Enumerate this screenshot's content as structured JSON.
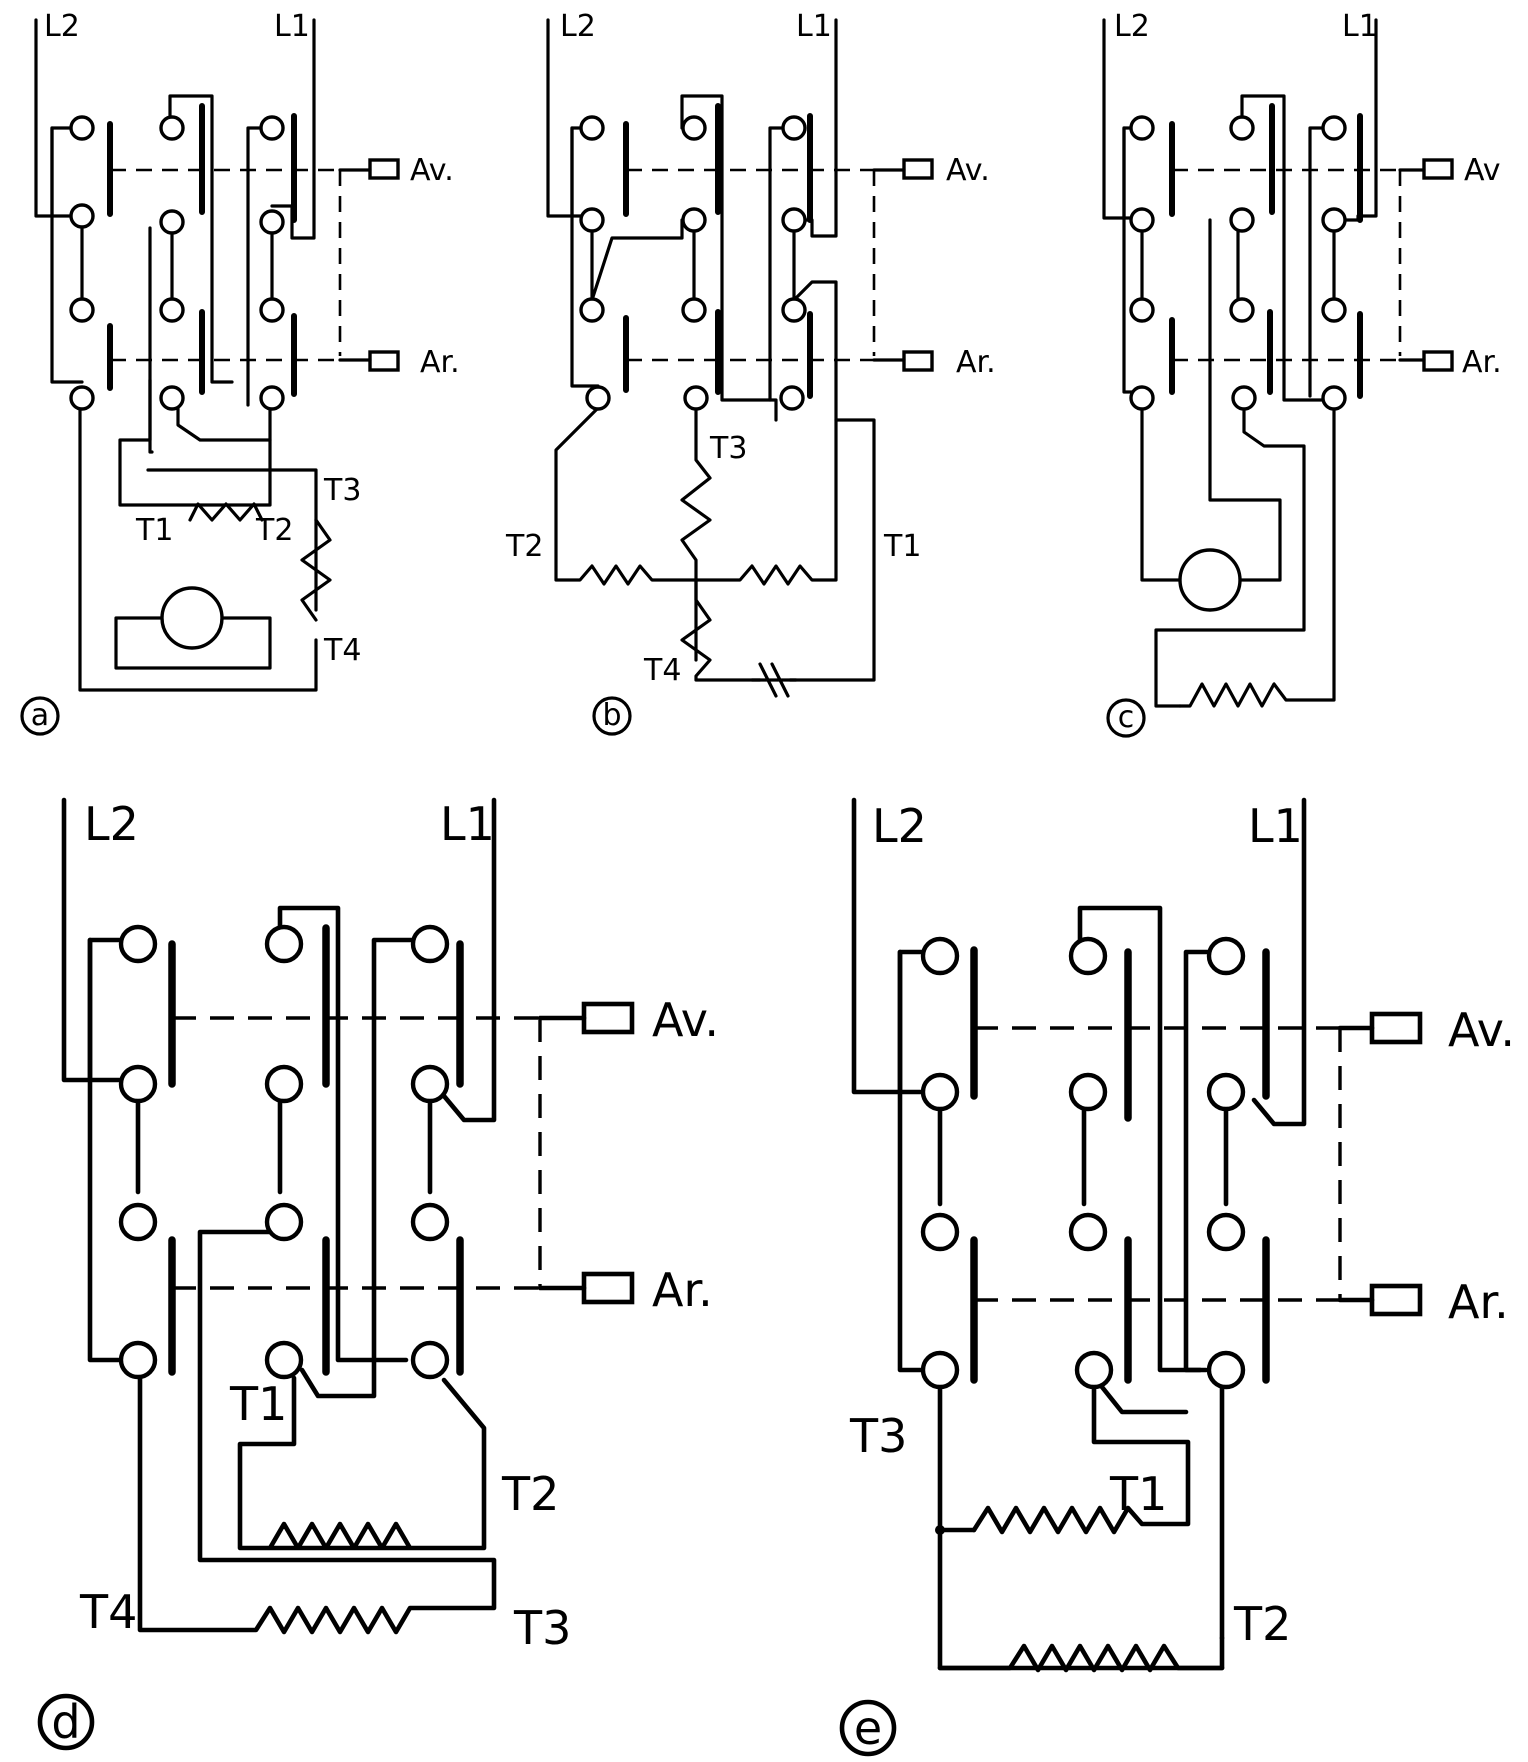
{
  "diagrams": {
    "a": {
      "letter": "a",
      "line2": "L2",
      "line1": "L1",
      "forward": "Av.",
      "reverse": "Ar.",
      "t1": "T1",
      "t2": "T2",
      "t3": "T3",
      "t4": "T4"
    },
    "b": {
      "letter": "b",
      "line2": "L2",
      "line1": "L1",
      "forward": "Av.",
      "reverse": "Ar.",
      "t1": "T1",
      "t2": "T2",
      "t3": "T3",
      "t4": "T4"
    },
    "c": {
      "letter": "c",
      "line2": "L2",
      "line1": "L1",
      "forward": "Av",
      "reverse": "Ar."
    },
    "d": {
      "letter": "d",
      "line2": "L2",
      "line1": "L1",
      "forward": "Av.",
      "reverse": "Ar.",
      "t1": "T1",
      "t2": "T2",
      "t3": "T3",
      "t4": "T4"
    },
    "e": {
      "letter": "e",
      "line2": "L2",
      "line1": "L1",
      "forward": "Av.",
      "reverse": "Ar.",
      "t1": "T1",
      "t2": "T2",
      "t3": "T3"
    }
  }
}
